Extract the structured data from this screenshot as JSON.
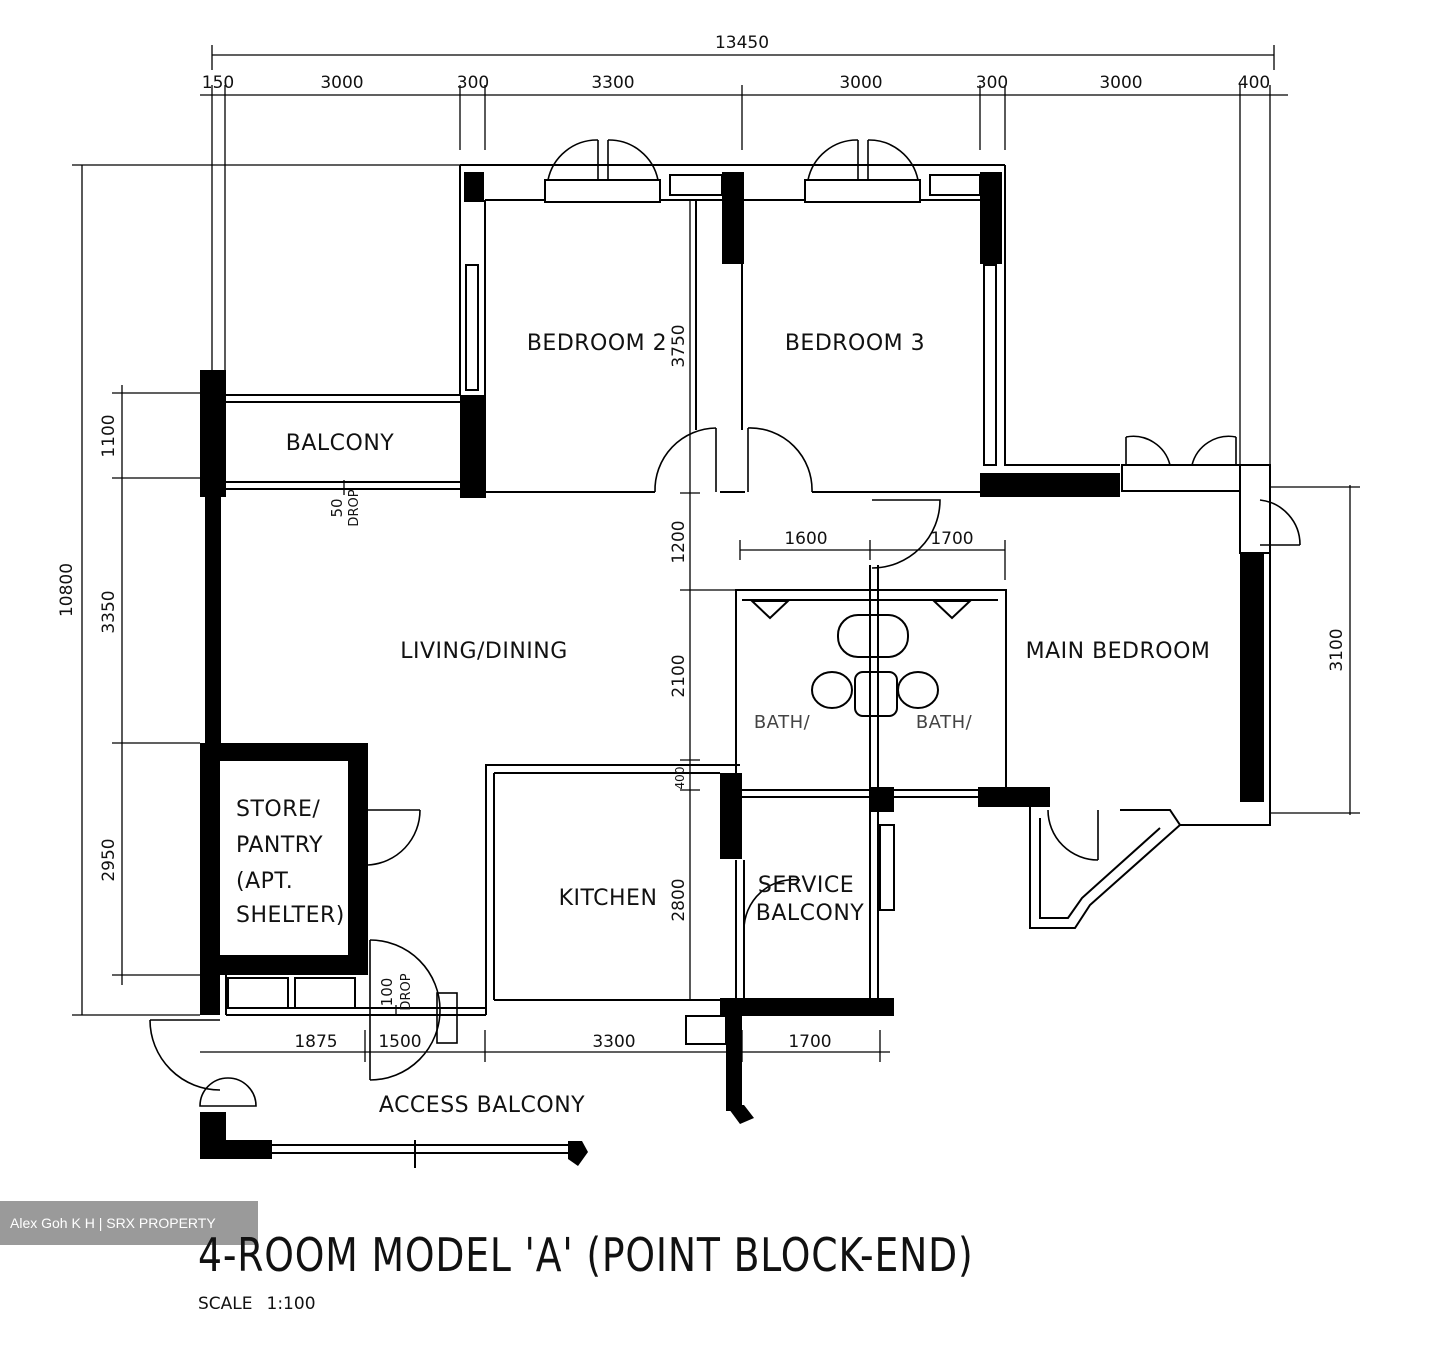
{
  "title": "4-ROOM MODEL 'A' (POINT BLOCK-END)",
  "scale": {
    "label": "SCALE",
    "value": "1:100"
  },
  "watermark": "Alex Goh K H | SRX PROPERTY",
  "rooms": {
    "bedroom2": "BEDROOM 2",
    "bedroom3": "BEDROOM 3",
    "balcony": "BALCONY",
    "living": "LIVING/DINING",
    "main_bedroom": "MAIN BEDROOM",
    "store": [
      "STORE/",
      "PANTRY",
      "(APT.",
      "SHELTER)"
    ],
    "kitchen": "KITCHEN",
    "service_balcony": [
      "SERVICE",
      "BALCONY"
    ],
    "access_balcony": "ACCESS BALCONY",
    "bath1": "BATH/",
    "bath2": "BATH/"
  },
  "notes": {
    "drop50": [
      "50",
      "DROP"
    ],
    "drop100": [
      "100",
      "DROP"
    ]
  },
  "dimensions": {
    "overall_width": "13450",
    "top_segments": [
      "150",
      "3000",
      "300",
      "3300",
      "3000",
      "300",
      "3000",
      "400"
    ],
    "left_overall": "10800",
    "left_segments": [
      "1100",
      "3350",
      "2950"
    ],
    "bedroom_depth": "3750",
    "corridor": "1200",
    "bath_depth": "2100",
    "kitchen_gap": "400",
    "kitchen_depth": "2800",
    "bath_widths": [
      "1600",
      "1700"
    ],
    "main_bedroom_depth": "3100",
    "bottom_segments": [
      "1875",
      "1500",
      "3300",
      "1700"
    ]
  }
}
